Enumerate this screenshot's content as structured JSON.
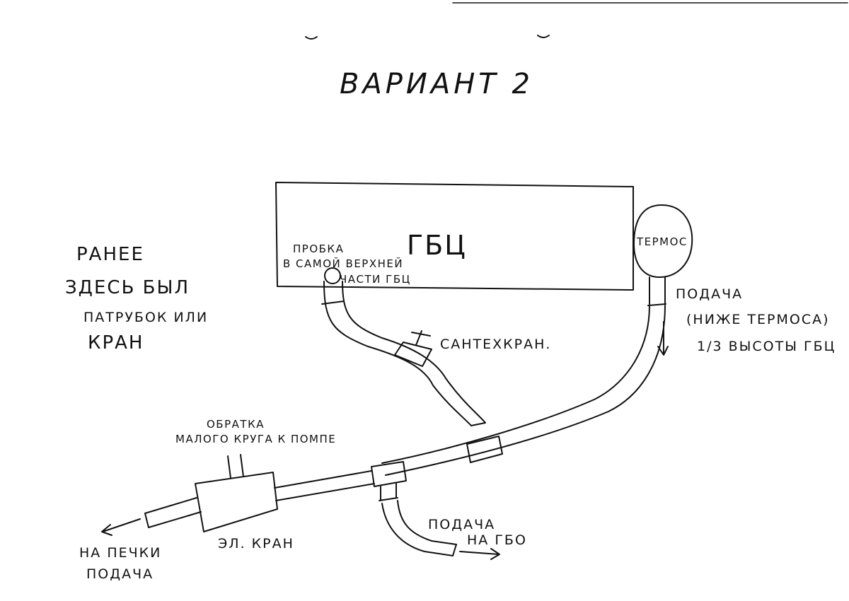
{
  "title": "ВАРИАНТ 2",
  "head": {
    "label": "ГБЦ"
  },
  "plug": {
    "line1": "ПРОБКА",
    "line2": "В САМОЙ ВЕРХНЕЙ",
    "line3": "ЧАСТИ ГБЦ"
  },
  "thermostat": {
    "label": "ТЕРМОС"
  },
  "supply_right": {
    "line1": "ПОДАЧА",
    "line2": "(НИЖЕ ТЕРМОСА)",
    "line3": "1/3 ВЫСОТЫ ГБЦ"
  },
  "valve": {
    "label": "САНТЕХКРАН."
  },
  "previous": {
    "line1": "РАНЕЕ",
    "line2": "ЗДЕСЬ БЫЛ",
    "line3": "ПАТРУБОК ИЛИ",
    "line4": "КРАН"
  },
  "return": {
    "line1": "ОБРАТКА",
    "line2": "МАЛОГО КРУГА К ПОМПЕ"
  },
  "el_valve": {
    "label": "ЭЛ. КРАН"
  },
  "heater": {
    "line1": "НА ПЕЧКИ",
    "line2": "ПОДАЧА"
  },
  "gbo": {
    "line1": "ПОДАЧА",
    "line2": "НА ГБО"
  }
}
